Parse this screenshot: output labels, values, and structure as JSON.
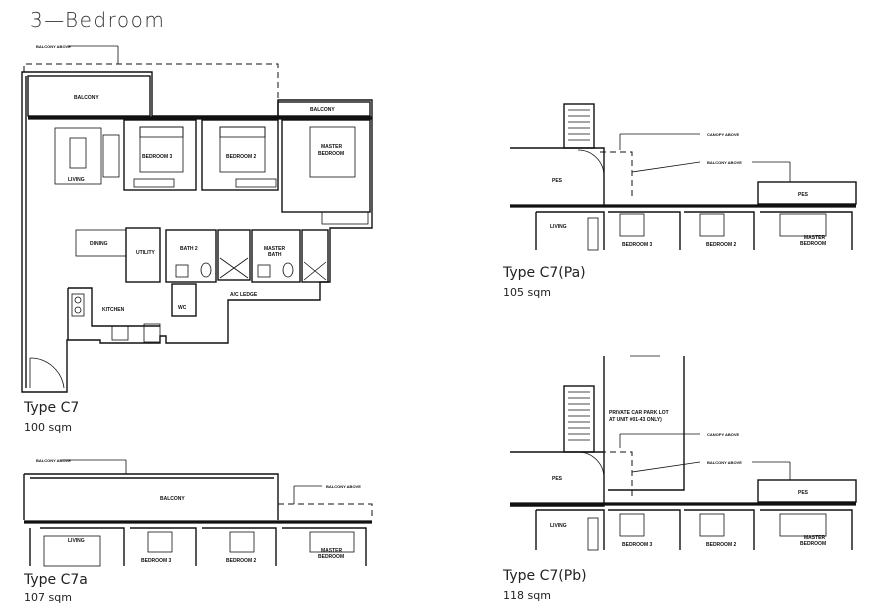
{
  "page": {
    "title": "3—Bedroom"
  },
  "units": [
    {
      "type": "Type C7",
      "area": "100 sqm"
    },
    {
      "type": "Type C7(Pa)",
      "area": "105 sqm"
    },
    {
      "type": "Type C7a",
      "area": "107 sqm"
    },
    {
      "type": "Type C7(Pb)",
      "area": "118 sqm"
    }
  ],
  "plan_c7": {
    "balcony_above": "BALCONY ABOVE",
    "balcony": "BALCONY",
    "balcony_2": "BALCONY",
    "bedroom3": "BEDROOM 3",
    "bedroom2": "BEDROOM 2",
    "master_1": "MASTER",
    "master_2": "BEDROOM",
    "living": "LIVING",
    "dining": "DINING",
    "utility": "UTILITY",
    "bath2": "BATH 2",
    "master_bath_1": "MASTER",
    "master_bath_2": "BATH",
    "wc": "WC",
    "ac_ledge": "A/C LEDGE",
    "kitchen": "KITCHEN"
  },
  "plan_pa": {
    "canopy_above": "CANOPY ABOVE",
    "balcony_above": "BALCONY ABOVE",
    "pes": "PES",
    "pes_2": "PES",
    "living": "LIVING",
    "bedroom3": "BEDROOM 3",
    "bedroom2": "BEDROOM 2",
    "master_1": "MASTER",
    "master_2": "BEDROOM"
  },
  "plan_c7a": {
    "balcony_above": "BALCONY ABOVE",
    "balcony_above_2": "BALCONY ABOVE",
    "balcony": "BALCONY",
    "living": "LIVING",
    "bedroom3": "BEDROOM 3",
    "bedroom2": "BEDROOM 2",
    "master_1": "MASTER",
    "master_2": "BEDROOM"
  },
  "plan_pb": {
    "car_park_1": "PRIVATE CAR PARK LOT",
    "car_park_2": "AT UNIT #01-43 ONLY)",
    "canopy_above": "CANOPY ABOVE",
    "balcony_above": "BALCONY ABOVE",
    "pes": "PES",
    "pes_2": "PES",
    "living": "LIVING",
    "bedroom3": "BEDROOM 3",
    "bedroom2": "BEDROOM 2",
    "master_1": "MASTER",
    "master_2": "BEDROOM"
  }
}
